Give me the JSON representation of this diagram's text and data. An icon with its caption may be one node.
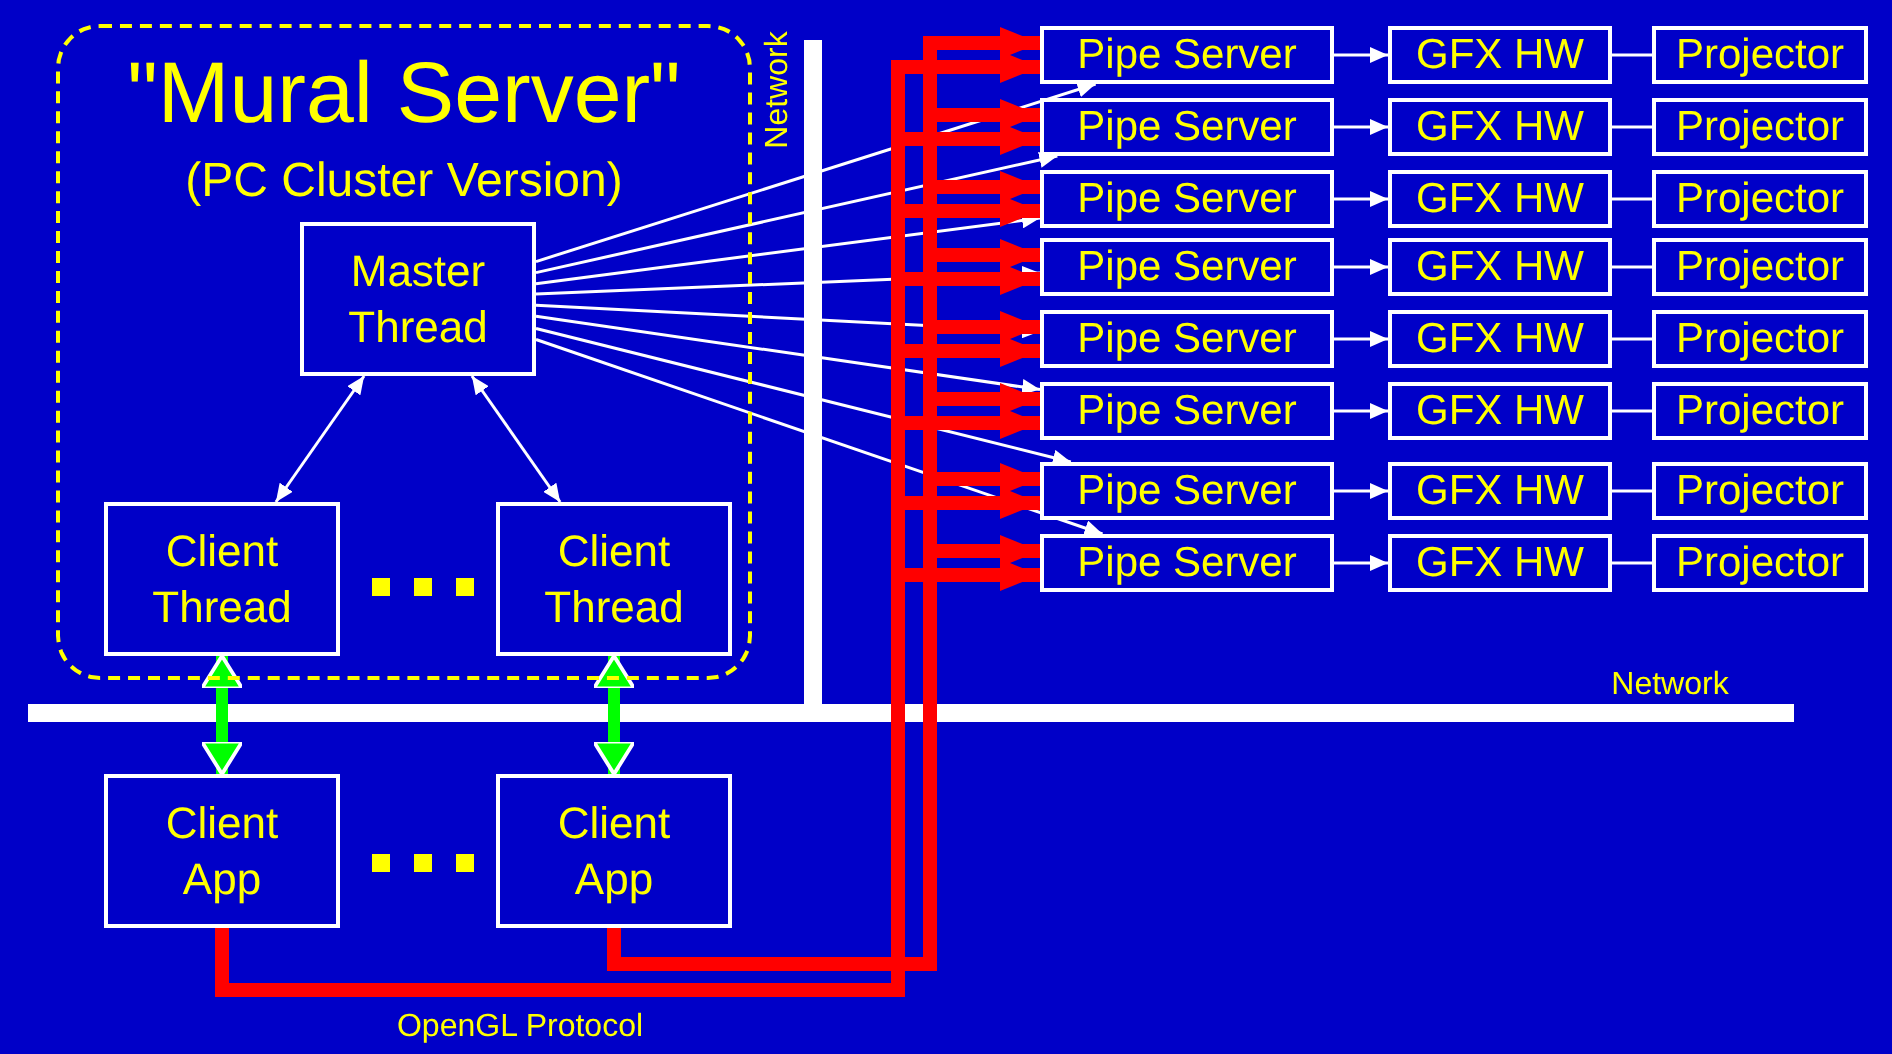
{
  "diagram": {
    "nodes": [
      {
        "text": [
          "\"Mural Server\"",
          "(PC Cluster Version)"
        ]
      },
      {
        "text": [
          "Master Thread"
        ],
        "in": 0
      },
      {
        "text": [
          "Client Thread"
        ],
        "in": 0
      },
      {
        "text": [
          "Client Thread"
        ],
        "in": 0
      },
      {
        "text": [
          "Client App"
        ]
      },
      {
        "text": [
          "Client App"
        ]
      },
      {
        "text": [
          "Pipe Server"
        ]
      },
      {
        "text": [
          "Pipe Server"
        ]
      },
      {
        "text": [
          "Pipe Server"
        ]
      },
      {
        "text": [
          "Pipe Server"
        ]
      },
      {
        "text": [
          "Pipe Server"
        ]
      },
      {
        "text": [
          "Pipe Server"
        ]
      },
      {
        "text": [
          "Pipe Server"
        ]
      },
      {
        "text": [
          "Pipe Server"
        ]
      },
      {
        "text": [
          "GFX HW"
        ]
      },
      {
        "text": [
          "GFX HW"
        ]
      },
      {
        "text": [
          "GFX HW"
        ]
      },
      {
        "text": [
          "GFX HW"
        ]
      },
      {
        "text": [
          "GFX HW"
        ]
      },
      {
        "text": [
          "GFX HW"
        ]
      },
      {
        "text": [
          "GFX HW"
        ]
      },
      {
        "text": [
          "GFX HW"
        ]
      },
      {
        "text": [
          "Projector"
        ]
      },
      {
        "text": [
          "Projector"
        ]
      },
      {
        "text": [
          "Projector"
        ]
      },
      {
        "text": [
          "Projector"
        ]
      },
      {
        "text": [
          "Projector"
        ]
      },
      {
        "text": [
          "Projector"
        ]
      },
      {
        "text": [
          "Projector"
        ]
      },
      {
        "text": [
          "Projector"
        ]
      }
    ],
    "edges": [
      {
        "from": 1,
        "to": 2,
        "arrow": "both"
      },
      {
        "from": 1,
        "to": 3,
        "arrow": "both"
      },
      {
        "from": 2,
        "to": 4,
        "arrow": "both",
        "style": "thick",
        "color": "#00ff00"
      },
      {
        "from": 3,
        "to": 5,
        "arrow": "both",
        "style": "thick",
        "color": "#00ff00"
      },
      {
        "from": 1,
        "to": 6,
        "arrow": "to"
      },
      {
        "from": 1,
        "to": 7,
        "arrow": "to"
      },
      {
        "from": 1,
        "to": 8,
        "arrow": "to"
      },
      {
        "from": 1,
        "to": 9,
        "arrow": "to"
      },
      {
        "from": 1,
        "to": 10,
        "arrow": "to"
      },
      {
        "from": 1,
        "to": 11,
        "arrow": "to"
      },
      {
        "from": 1,
        "to": 12,
        "arrow": "to"
      },
      {
        "from": 1,
        "to": 13,
        "arrow": "to"
      },
      {
        "from": 4,
        "to": 6,
        "arrow": "to",
        "style": "thick",
        "color": "#ff0000"
      },
      {
        "from": 4,
        "to": 7,
        "arrow": "to",
        "style": "thick",
        "color": "#ff0000"
      },
      {
        "from": 4,
        "to": 8,
        "arrow": "to",
        "style": "thick",
        "color": "#ff0000"
      },
      {
        "from": 4,
        "to": 9,
        "arrow": "to",
        "style": "thick",
        "color": "#ff0000"
      },
      {
        "from": 4,
        "to": 10,
        "arrow": "to",
        "style": "thick",
        "color": "#ff0000"
      },
      {
        "from": 4,
        "to": 11,
        "arrow": "to",
        "style": "thick",
        "color": "#ff0000"
      },
      {
        "from": 4,
        "to": 12,
        "arrow": "to",
        "style": "thick",
        "color": "#ff0000"
      },
      {
        "from": 4,
        "to": 13,
        "arrow": "to",
        "style": "thick",
        "color": "#ff0000"
      },
      {
        "from": 5,
        "to": 6,
        "arrow": "to",
        "style": "thick",
        "color": "#ff0000"
      },
      {
        "from": 5,
        "to": 7,
        "arrow": "to",
        "style": "thick",
        "color": "#ff0000"
      },
      {
        "from": 5,
        "to": 8,
        "arrow": "to",
        "style": "thick",
        "color": "#ff0000"
      },
      {
        "from": 5,
        "to": 9,
        "arrow": "to",
        "style": "thick",
        "color": "#ff0000"
      },
      {
        "from": 5,
        "to": 10,
        "arrow": "to",
        "style": "thick",
        "color": "#ff0000"
      },
      {
        "from": 5,
        "to": 11,
        "arrow": "to",
        "style": "thick",
        "color": "#ff0000"
      },
      {
        "from": 5,
        "to": 12,
        "arrow": "to",
        "style": "thick",
        "color": "#ff0000"
      },
      {
        "from": 5,
        "to": 13,
        "arrow": "to",
        "style": "thick",
        "color": "#ff0000"
      },
      {
        "from": 6,
        "to": 14,
        "arrow": "to"
      },
      {
        "from": 7,
        "to": 15,
        "arrow": "to"
      },
      {
        "from": 8,
        "to": 16,
        "arrow": "to"
      },
      {
        "from": 9,
        "to": 17,
        "arrow": "to"
      },
      {
        "from": 10,
        "to": 18,
        "arrow": "to"
      },
      {
        "from": 11,
        "to": 19,
        "arrow": "to"
      },
      {
        "from": 12,
        "to": 20,
        "arrow": "to"
      },
      {
        "from": 13,
        "to": 21,
        "arrow": "to"
      },
      {
        "from": 14,
        "to": 22,
        "arrow": "none"
      },
      {
        "from": 15,
        "to": 23,
        "arrow": "none"
      },
      {
        "from": 16,
        "to": 24,
        "arrow": "none"
      },
      {
        "from": 17,
        "to": 25,
        "arrow": "none"
      },
      {
        "from": 18,
        "to": 26,
        "arrow": "none"
      },
      {
        "from": 19,
        "to": 27,
        "arrow": "none"
      },
      {
        "from": 20,
        "to": 28,
        "arrow": "none"
      },
      {
        "from": 21,
        "to": 29,
        "arrow": "none"
      }
    ],
    "labels": [
      "Network",
      "Network",
      "OpenGL Protocol"
    ]
  }
}
